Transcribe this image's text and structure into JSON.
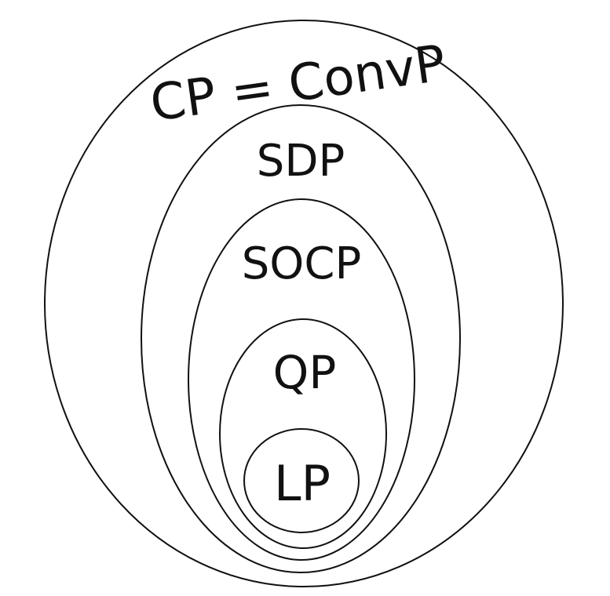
{
  "diagram": {
    "sets": [
      {
        "id": "cp",
        "label": "CP = ConvP"
      },
      {
        "id": "sdp",
        "label": "SDP"
      },
      {
        "id": "socp",
        "label": "SOCP"
      },
      {
        "id": "qp",
        "label": "QP"
      },
      {
        "id": "lp",
        "label": "LP"
      }
    ],
    "colors": {
      "stroke": "#111111",
      "background": "#ffffff"
    }
  }
}
